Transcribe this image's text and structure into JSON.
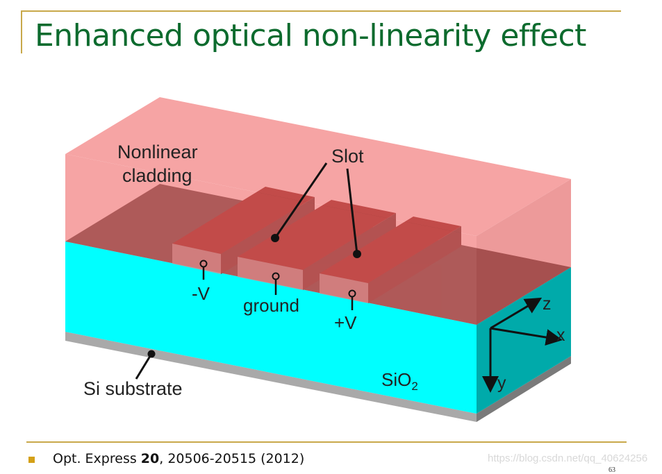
{
  "slide": {
    "title": "Enhanced optical non-linearity effect",
    "page_number": "63"
  },
  "diagram": {
    "labels": {
      "cladding_line1": "Nonlinear",
      "cladding_line2": "cladding",
      "slot": "Slot",
      "minus_v": "-V",
      "ground": "ground",
      "plus_v": "+V",
      "substrate": "Si substrate",
      "oxide_main": "SiO",
      "oxide_sub": "2",
      "axis_z": "z",
      "axis_x": "x",
      "axis_y": "y"
    },
    "colors": {
      "cladding": "#f08a8a",
      "oxide_top": "#5f5a58",
      "oxide_front": "#00ffff",
      "oxide_side": "#00aaaa",
      "substrate": "#a9a9a9",
      "rail_top": "#8a3a36",
      "rail_front": "#a9a9a9",
      "rail_side": "#6a4a48"
    }
  },
  "footer": {
    "reference_prefix": "Opt. Express ",
    "reference_volume": "20",
    "reference_suffix": ", 20506-20515 (2012)",
    "watermark": "https://blog.csdn.net/qq_40624256"
  }
}
